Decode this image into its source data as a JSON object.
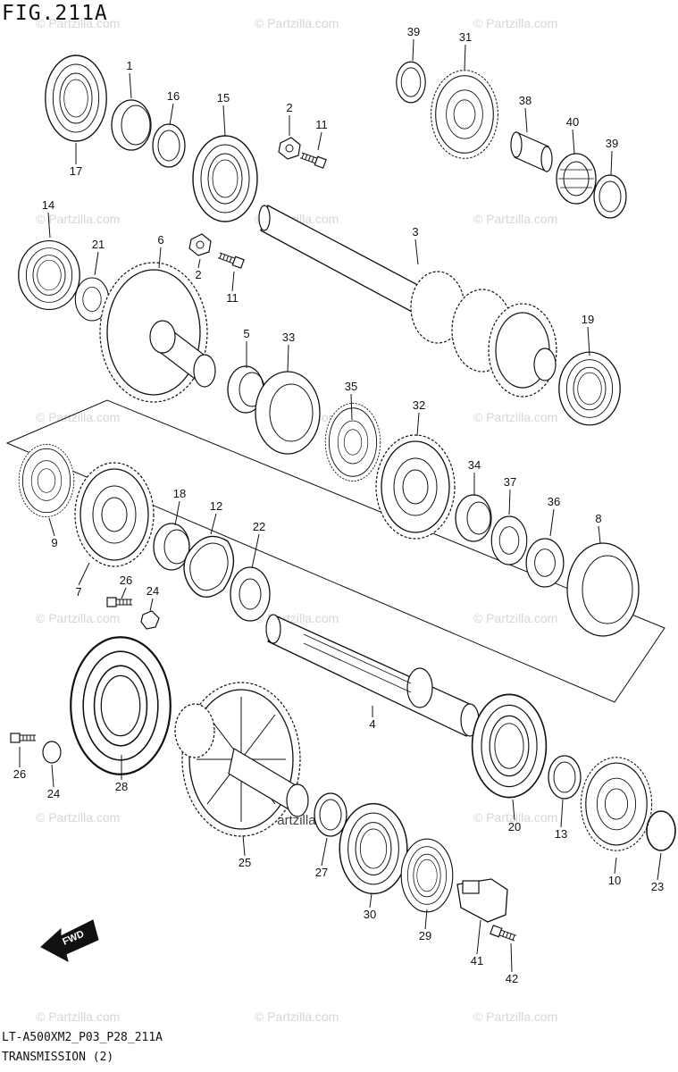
{
  "figure": {
    "title": "FIG.211A",
    "model_code": "LT-A500XM2_P03_P28_211A",
    "name": "TRANSMISSION (2)",
    "watermark": "© Partzilla.com",
    "center_watermark": "© Partzilla.com",
    "fwd_label": "FWD"
  },
  "colors": {
    "line": "#111111",
    "watermark": "#d6d6d6"
  },
  "callouts": [
    {
      "id": "c1",
      "label": "1"
    },
    {
      "id": "c2a",
      "label": "2"
    },
    {
      "id": "c2b",
      "label": "2"
    },
    {
      "id": "c3",
      "label": "3"
    },
    {
      "id": "c4",
      "label": "4"
    },
    {
      "id": "c5",
      "label": "5"
    },
    {
      "id": "c6",
      "label": "6"
    },
    {
      "id": "c7",
      "label": "7"
    },
    {
      "id": "c8",
      "label": "8"
    },
    {
      "id": "c9",
      "label": "9"
    },
    {
      "id": "c10",
      "label": "10"
    },
    {
      "id": "c11a",
      "label": "11"
    },
    {
      "id": "c11b",
      "label": "11"
    },
    {
      "id": "c12",
      "label": "12"
    },
    {
      "id": "c13",
      "label": "13"
    },
    {
      "id": "c14",
      "label": "14"
    },
    {
      "id": "c15",
      "label": "15"
    },
    {
      "id": "c16",
      "label": "16"
    },
    {
      "id": "c17",
      "label": "17"
    },
    {
      "id": "c18",
      "label": "18"
    },
    {
      "id": "c19",
      "label": "19"
    },
    {
      "id": "c20",
      "label": "20"
    },
    {
      "id": "c21",
      "label": "21"
    },
    {
      "id": "c22",
      "label": "22"
    },
    {
      "id": "c23",
      "label": "23"
    },
    {
      "id": "c24a",
      "label": "24"
    },
    {
      "id": "c24b",
      "label": "24"
    },
    {
      "id": "c25",
      "label": "25"
    },
    {
      "id": "c26a",
      "label": "26"
    },
    {
      "id": "c26b",
      "label": "26"
    },
    {
      "id": "c27",
      "label": "27"
    },
    {
      "id": "c28",
      "label": "28"
    },
    {
      "id": "c29",
      "label": "29"
    },
    {
      "id": "c30",
      "label": "30"
    },
    {
      "id": "c31",
      "label": "31"
    },
    {
      "id": "c32",
      "label": "32"
    },
    {
      "id": "c33",
      "label": "33"
    },
    {
      "id": "c34",
      "label": "34"
    },
    {
      "id": "c35",
      "label": "35"
    },
    {
      "id": "c36",
      "label": "36"
    },
    {
      "id": "c37",
      "label": "37"
    },
    {
      "id": "c38",
      "label": "38"
    },
    {
      "id": "c39a",
      "label": "39"
    },
    {
      "id": "c39b",
      "label": "39"
    },
    {
      "id": "c40",
      "label": "40"
    },
    {
      "id": "c41",
      "label": "41"
    },
    {
      "id": "c42",
      "label": "42"
    }
  ]
}
